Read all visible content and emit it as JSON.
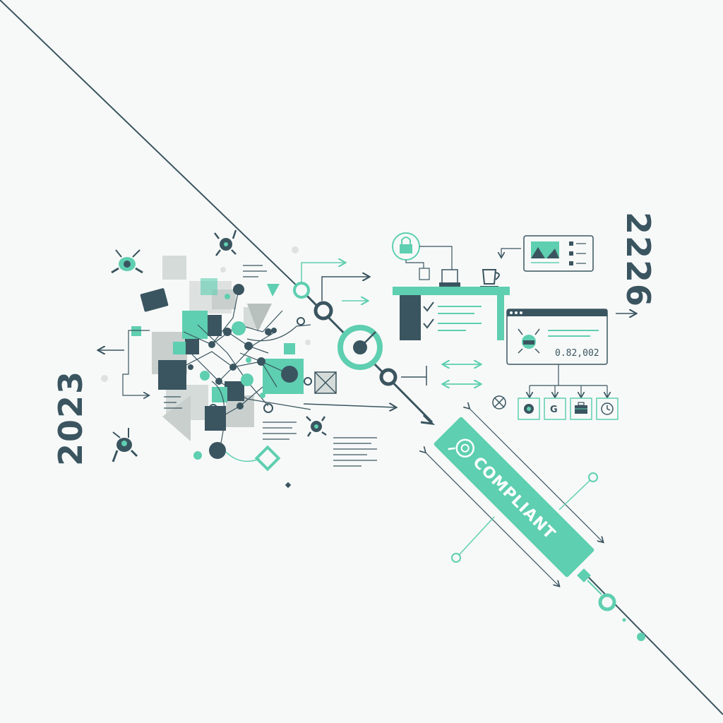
{
  "timeline": {
    "start_year": "2023",
    "end_year": "2226"
  },
  "badge": {
    "label": "COMPLIANT"
  },
  "dashboard": {
    "readout": "0.82,002",
    "icons": [
      "time-icon",
      "g-icon",
      "briefcase-icon",
      "clock-icon"
    ]
  },
  "colors": {
    "accent": "#5ecfb0",
    "dark": "#3a5560",
    "background": "#f7f9f8",
    "gray": "#c9cfcd"
  }
}
